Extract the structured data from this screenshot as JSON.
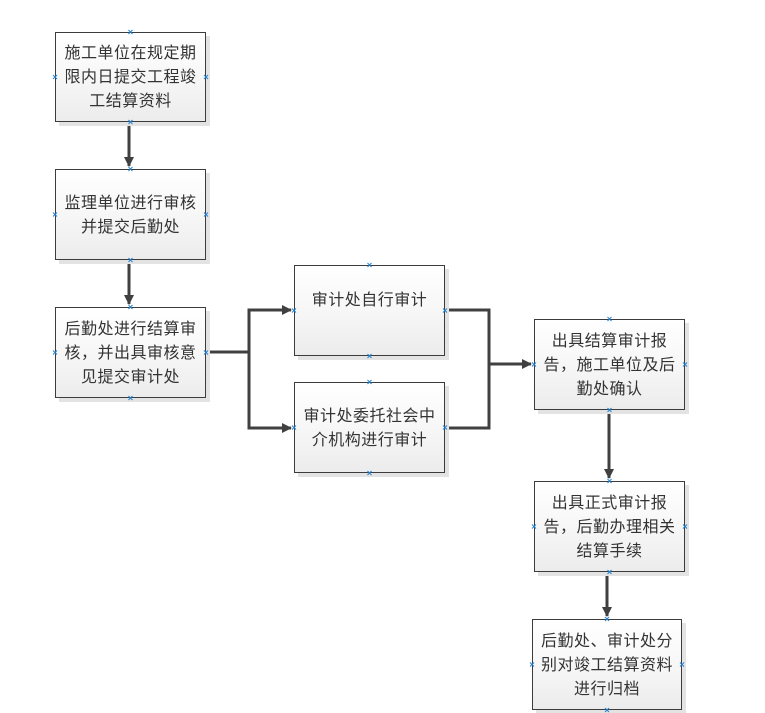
{
  "diagram": {
    "type": "flowchart",
    "nodes": [
      {
        "id": "n1",
        "label": "施工单位在规定期\n限内日提交工程竣\n工结算资料"
      },
      {
        "id": "n2",
        "label": "监理单位进行审核\n并提交后勤处"
      },
      {
        "id": "n3",
        "label": "后勤处进行结算审\n核，并出具审核意\n见提交审计处"
      },
      {
        "id": "n4",
        "label": "审计处自行审计"
      },
      {
        "id": "n5",
        "label": "审计处委托社会中\n介机构进行审计"
      },
      {
        "id": "n6",
        "label": "出具结算审计报\n告，施工单位及后\n勤处确认"
      },
      {
        "id": "n7",
        "label": "出具正式审计报\n告，后勤办理相关\n结算手续"
      },
      {
        "id": "n8",
        "label": "后勤处、审计处分\n别对竣工结算资料\n进行归档"
      }
    ],
    "edges": [
      {
        "from": "n1",
        "to": "n2"
      },
      {
        "from": "n2",
        "to": "n3"
      },
      {
        "from": "n3",
        "to": "n4"
      },
      {
        "from": "n3",
        "to": "n5"
      },
      {
        "from": "n4",
        "to": "n6"
      },
      {
        "from": "n5",
        "to": "n6"
      },
      {
        "from": "n6",
        "to": "n7"
      },
      {
        "from": "n7",
        "to": "n8"
      }
    ],
    "colors": {
      "edge": "#404040",
      "node_border": "#3c3c3c",
      "connection_point": "#1f7fd0",
      "text": "#333333"
    }
  }
}
